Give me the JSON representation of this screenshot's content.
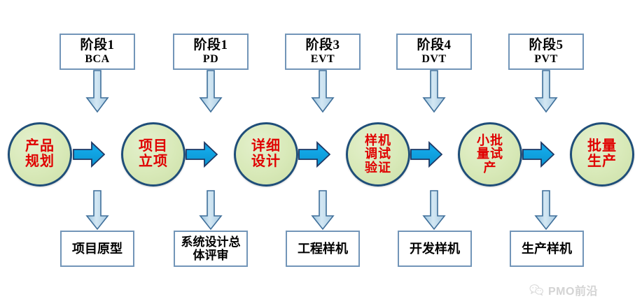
{
  "title": "产品开发流程阶段图",
  "colors": {
    "circle_fill": "#d8e9b8",
    "circle_border": "#1f4e79",
    "circle_text": "#e00000",
    "flow_arrow": "#0fa3dc",
    "flow_arrow_border": "#1f3864",
    "drop_arrow": "#bcd9ec",
    "drop_arrow_border": "#3f6f9a",
    "box_border": "#7295b8",
    "box_fill": "#ffffff",
    "box_text": "#000000"
  },
  "stages": [
    {
      "line1": "阶段1",
      "line2": "BCA"
    },
    {
      "line1": "阶段1",
      "line2": "PD"
    },
    {
      "line1": "阶段3",
      "line2": "EVT"
    },
    {
      "line1": "阶段4",
      "line2": "DVT"
    },
    {
      "line1": "阶段5",
      "line2": "PVT"
    }
  ],
  "steps": [
    {
      "line1": "产品",
      "line2": "规划",
      "line3": ""
    },
    {
      "line1": "项目",
      "line2": "立项",
      "line3": ""
    },
    {
      "line1": "详细",
      "line2": "设计",
      "line3": ""
    },
    {
      "line1": "样机",
      "line2": "调试",
      "line3": "验证"
    },
    {
      "line1": "小批",
      "line2": "量试",
      "line3": "产"
    },
    {
      "line1": "批量",
      "line2": "生产",
      "line3": ""
    }
  ],
  "deliverables": [
    {
      "line1": "项目原型",
      "line2": ""
    },
    {
      "line1": "系统设计总",
      "line2": "体评审"
    },
    {
      "line1": "工程样机",
      "line2": ""
    },
    {
      "line1": "开发样机",
      "line2": ""
    },
    {
      "line1": "生产样机",
      "line2": ""
    }
  ],
  "watermark": {
    "text": "PMO前沿",
    "icon": "wechat-icon"
  }
}
